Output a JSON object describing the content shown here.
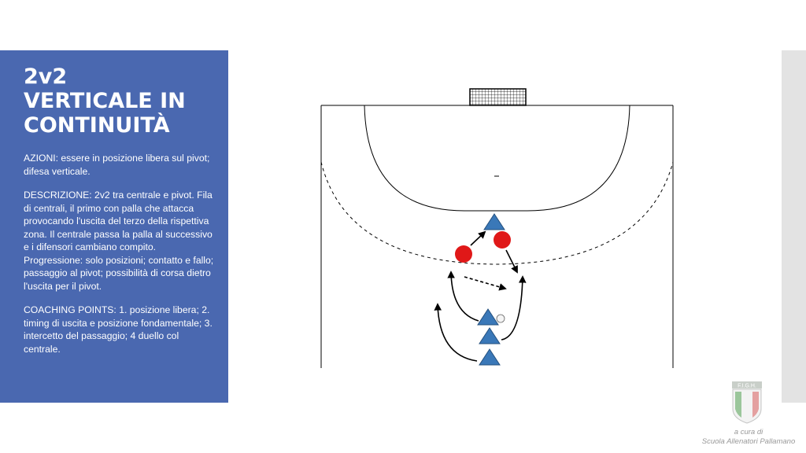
{
  "slide": {
    "title_line1": "2v2",
    "title_line2": "VERTICALE IN",
    "title_line3": "CONTINUITÀ",
    "azioni": "AZIONI: essere in posizione libera sul pivot; difesa verticale.",
    "descrizione": "DESCRIZIONE: 2v2 tra centrale e pivot. Fila di centrali, il primo con palla che attacca provocando l'uscita del terzo della rispettiva zona. Il centrale passa la palla al successivo e i difensori cambiano compito.",
    "progressione": "Progressione: solo posizioni; contatto e fallo; passaggio al pivot; possibilità di corsa dietro l'uscita per il pivot.",
    "coaching": "COACHING POINTS: 1. posizione libera; 2. timing di uscita e posizione fondamentale; 3. intercetto del passaggio; 4 duello col centrale."
  },
  "logo": {
    "text": "F.I.G.H."
  },
  "credit": {
    "line1": "a cura di",
    "line2": "Scuola Allenatori Pallamano"
  },
  "colors": {
    "panel": "#4a68b0",
    "attacker": "#3a78b8",
    "defender": "#e01818",
    "right_bar": "#e3e3e3"
  }
}
